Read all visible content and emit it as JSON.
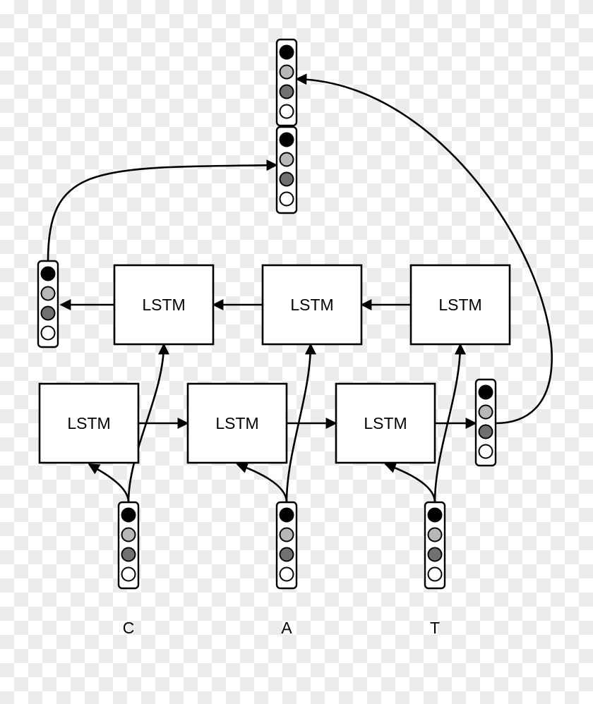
{
  "diagram": {
    "cell_label": "LSTM",
    "forward_cells": [
      {
        "label": "LSTM"
      },
      {
        "label": "LSTM"
      },
      {
        "label": "LSTM"
      }
    ],
    "backward_cells": [
      {
        "label": "LSTM"
      },
      {
        "label": "LSTM"
      },
      {
        "label": "LSTM"
      }
    ],
    "input_tokens": [
      "C",
      "A",
      "T"
    ],
    "vector_fill_pattern": [
      "#000000",
      "#b8b8b8",
      "#707070",
      "#ffffff"
    ],
    "colors": {
      "stroke": "#000000",
      "box_fill": "#ffffff",
      "vector_fill": "#ffffff"
    }
  }
}
